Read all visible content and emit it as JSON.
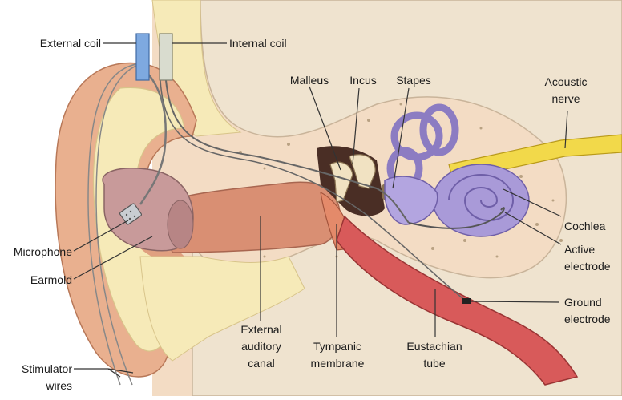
{
  "labels": {
    "external_coil": "External coil",
    "internal_coil": "Internal coil",
    "malleus": "Malleus",
    "incus": "Incus",
    "stapes": "Stapes",
    "acoustic_nerve_1": "Acoustic",
    "acoustic_nerve_2": "nerve",
    "cochlea": "Cochlea",
    "active_electrode_1": "Active",
    "active_electrode_2": "electrode",
    "microphone": "Microphone",
    "earmold": "Earmold",
    "ground_electrode_1": "Ground",
    "ground_electrode_2": "electrode",
    "external_auditory_canal_1": "External",
    "external_auditory_canal_2": "auditory",
    "external_auditory_canal_3": "canal",
    "tympanic_membrane_1": "Tympanic",
    "tympanic_membrane_2": "membrane",
    "eustachian_tube_1": "Eustachian",
    "eustachian_tube_2": "tube",
    "stimulator_wires_1": "Stimulator",
    "stimulator_wires_2": "wires"
  },
  "colors": {
    "skin": "#e9b08f",
    "skin_dark": "#c9896a",
    "cartilage": "#f6eab8",
    "bone": "#efdcc0",
    "canal": "#d98f73",
    "cochlea": "#a99ad8",
    "nerve": "#f2d94a",
    "tube": "#d85a5a",
    "coil_external": "#7ea9e0",
    "coil_internal": "#d9dccf"
  }
}
